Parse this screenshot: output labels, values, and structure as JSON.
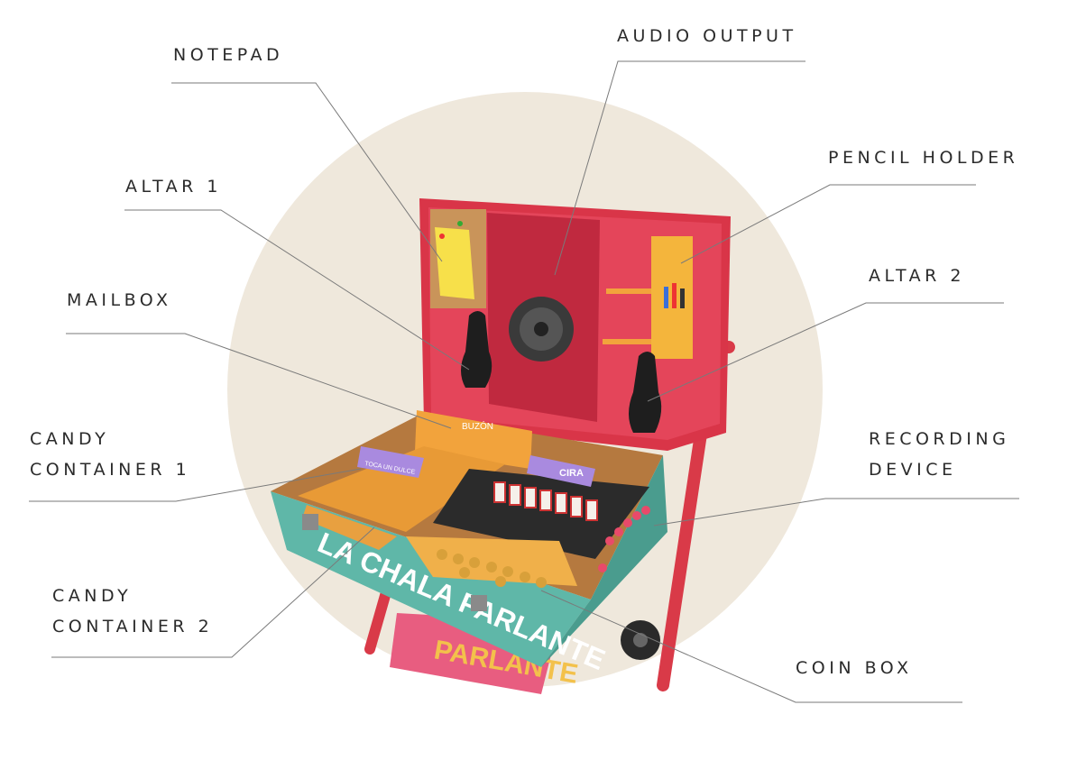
{
  "labels": {
    "notepad": "NOTEPAD",
    "audio_output": "AUDIO OUTPUT",
    "pencil_holder": "PENCIL HOLDER",
    "altar_1": "ALTAR 1",
    "altar_2": "ALTAR 2",
    "mailbox": "MAILBOX",
    "candy_container_1": [
      "CANDY",
      "CONTAINER 1"
    ],
    "recording_device": [
      "RECORDING",
      "DEVICE"
    ],
    "candy_container_2": [
      "CANDY",
      "CONTAINER 2"
    ],
    "coin_box": "COIN BOX"
  },
  "illustration": {
    "brand_text": "LA CHALA PARLANTE",
    "back_text": "PARLANTE",
    "sign_left": "TOCA UN DULCE",
    "sign_right": "CIRA",
    "mailbox_tag": "BUZÓN"
  },
  "colors": {
    "background_circle": "#efe8dc",
    "cart_red": "#e0434f",
    "box_teal": "#5fb7a8",
    "container_orange": "#f2a33c",
    "label_text": "#2b2b2b",
    "leader_line": "#7a7a7a"
  }
}
